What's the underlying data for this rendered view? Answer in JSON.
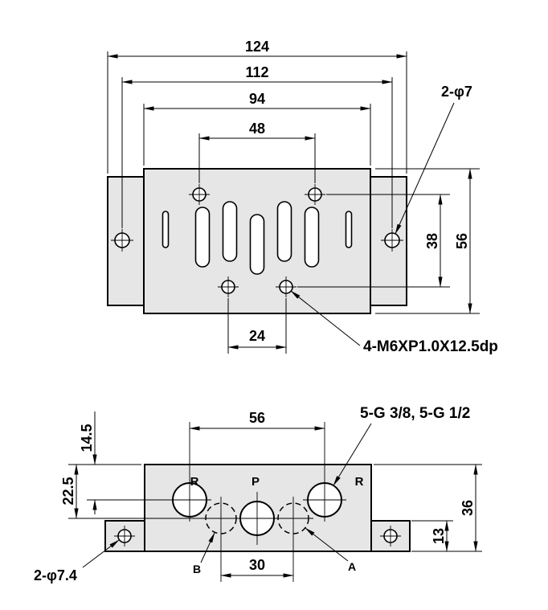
{
  "top_view": {
    "dims": {
      "overall_width": "124",
      "mount_hole_spacing": "112",
      "body_width": "94",
      "top_hole_spacing": "48",
      "bottom_hole_spacing": "24",
      "body_height": "56",
      "hole_row_spacing": "38"
    },
    "callouts": {
      "mount_holes": "2-φ7",
      "thread_holes": "4-M6XP1.0X12.5dp"
    }
  },
  "front_view": {
    "dims": {
      "port_spacing": "56",
      "ab_port_spacing": "30",
      "body_height": "36",
      "foot_height": "13",
      "r_port_depth": "14.5",
      "p_port_depth": "22.5"
    },
    "callouts": {
      "port_threads": "5-G 3/8, 5-G 1/2",
      "foot_holes": "2-φ7.4"
    },
    "port_labels": {
      "r_left": "R",
      "p": "P",
      "r_right": "R",
      "b": "B",
      "a": "A"
    }
  }
}
